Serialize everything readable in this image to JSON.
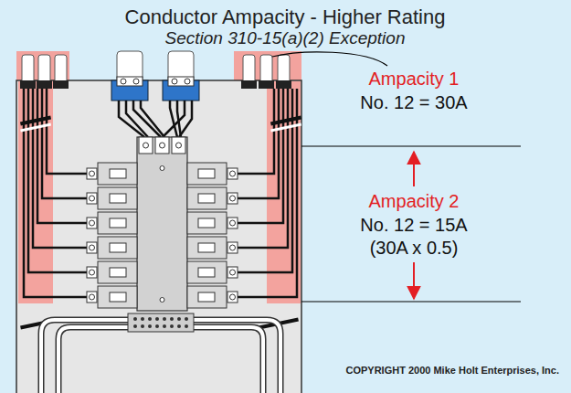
{
  "diagram": {
    "title": "Conductor Ampacity - Higher Rating",
    "labels": [
      "Section 310-15(a)(2) Exception",
      "Ampacity 1",
      "No. 12 = 30A",
      "Ampacity 2",
      "No. 12 = 15A",
      "(30A x 0.5)",
      "COPYRIGHT 2000 Mike Holt Enterprises, Inc."
    ]
  }
}
